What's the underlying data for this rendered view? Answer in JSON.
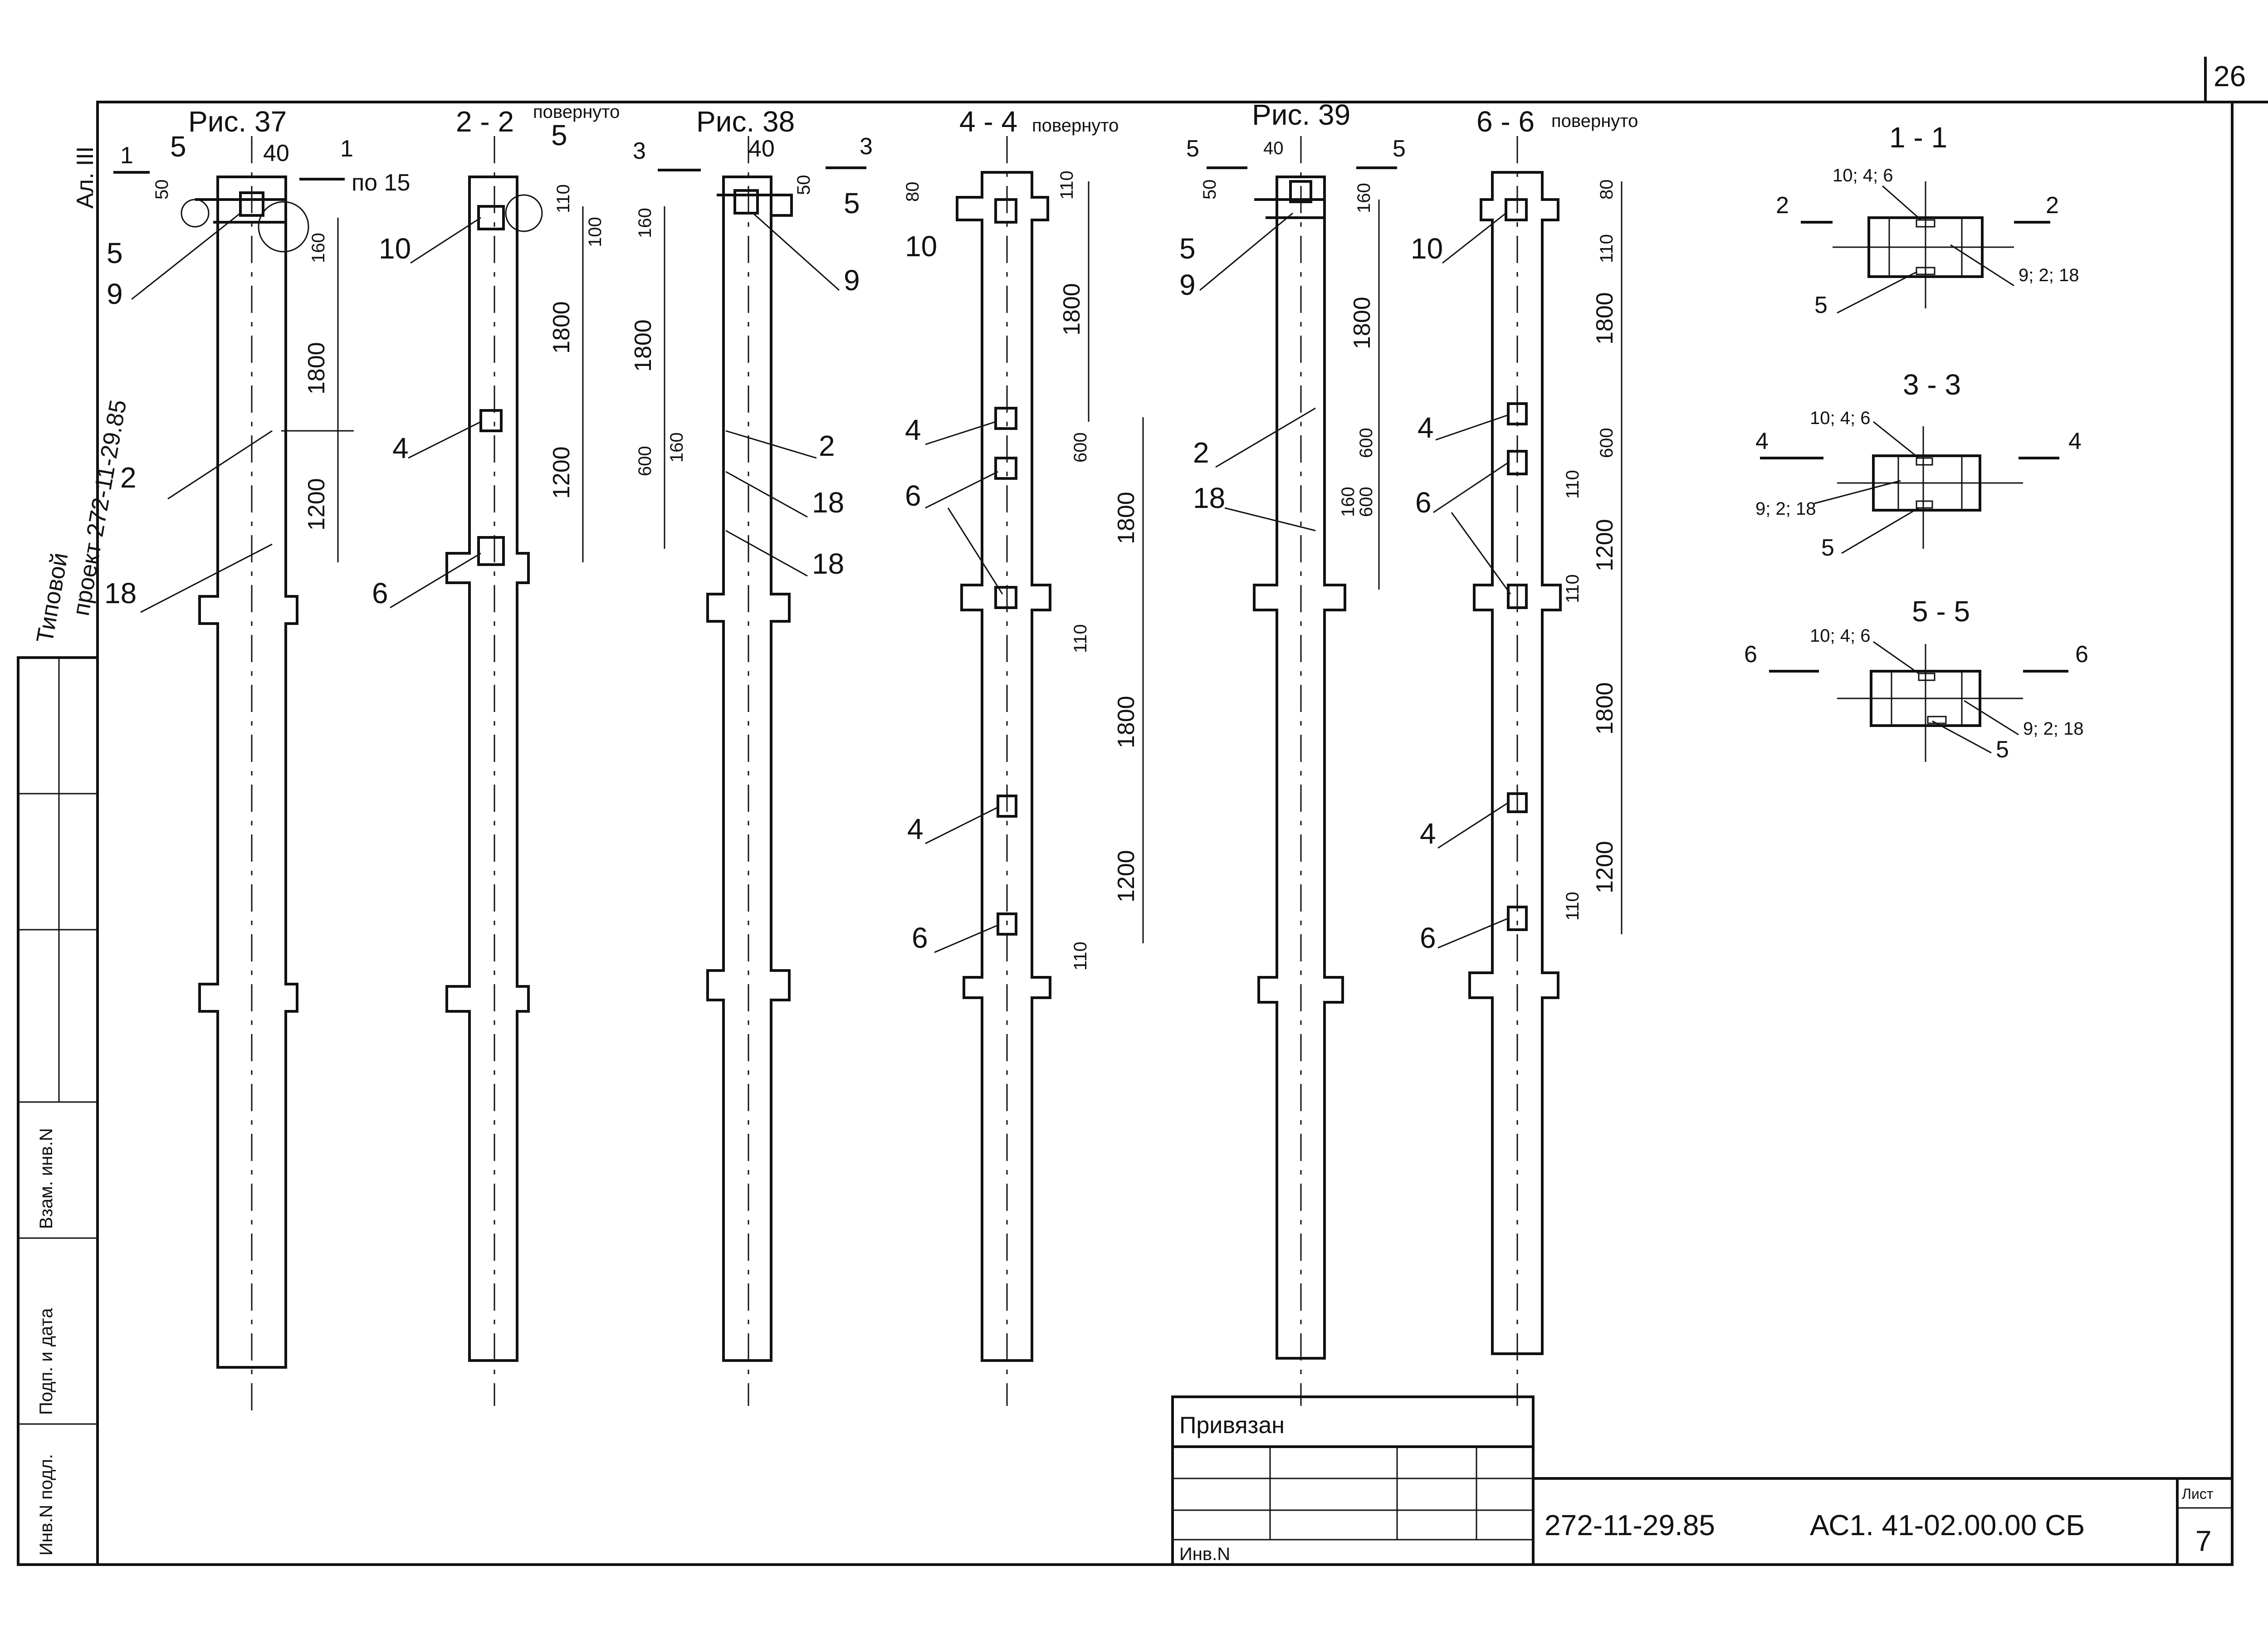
{
  "sheet_number": "26",
  "side_stamp": {
    "album": "Ал. III",
    "project_title": "Типовой",
    "project_code": "проект 272-11-29.85",
    "cells": [
      "Инв.N подл.",
      "Подп. и дата",
      "Взам. инв.N"
    ]
  },
  "figures": [
    {
      "title": "Рис. 37",
      "section": "2 - 2",
      "section_note": "повернуто",
      "section_extra": "5"
    },
    {
      "title": "Рис. 38",
      "section": "4 - 4",
      "section_note": "повернуто"
    },
    {
      "title": "Рис. 39",
      "section": "6 - 6",
      "section_note": "повернуто"
    }
  ],
  "section_markers": {
    "m1": "1",
    "m2": "1",
    "m2_note": "по 15",
    "m3": "3",
    "m4": "3",
    "m5": "5",
    "m6": "5"
  },
  "dimensions": {
    "d40": "40",
    "d50": "50",
    "d110": "110",
    "d160": "160",
    "d100": "100",
    "d1800": "1800",
    "d1200": "1200",
    "d600": "600",
    "d80": "80"
  },
  "callouts": {
    "c2": "2",
    "c4": "4",
    "c5": "5",
    "c6": "6",
    "c9": "9",
    "c10": "10",
    "c18": "18"
  },
  "detail_sections": [
    {
      "title": "1 - 1",
      "left_mark": "2",
      "right_mark": "2",
      "top_label": "10; 4; 6",
      "side_label": "9; 2; 18",
      "bottom_label": "5"
    },
    {
      "title": "3 - 3",
      "left_mark": "4",
      "right_mark": "4",
      "top_label": "10; 4; 6",
      "side_label": "9; 2; 18",
      "bottom_label": "5"
    },
    {
      "title": "5 - 5",
      "left_mark": "6",
      "right_mark": "6",
      "top_label": "10; 4; 6",
      "side_label": "9; 2; 18",
      "bottom_label": "5"
    }
  ],
  "title_block": {
    "linked": "Привязан",
    "inv_no": "Инв.N",
    "project_code": "272-11-29.85",
    "drawing_code": "АС1. 41-02.00.00 СБ",
    "sheet_label": "Лист",
    "sheet_value": "7"
  }
}
